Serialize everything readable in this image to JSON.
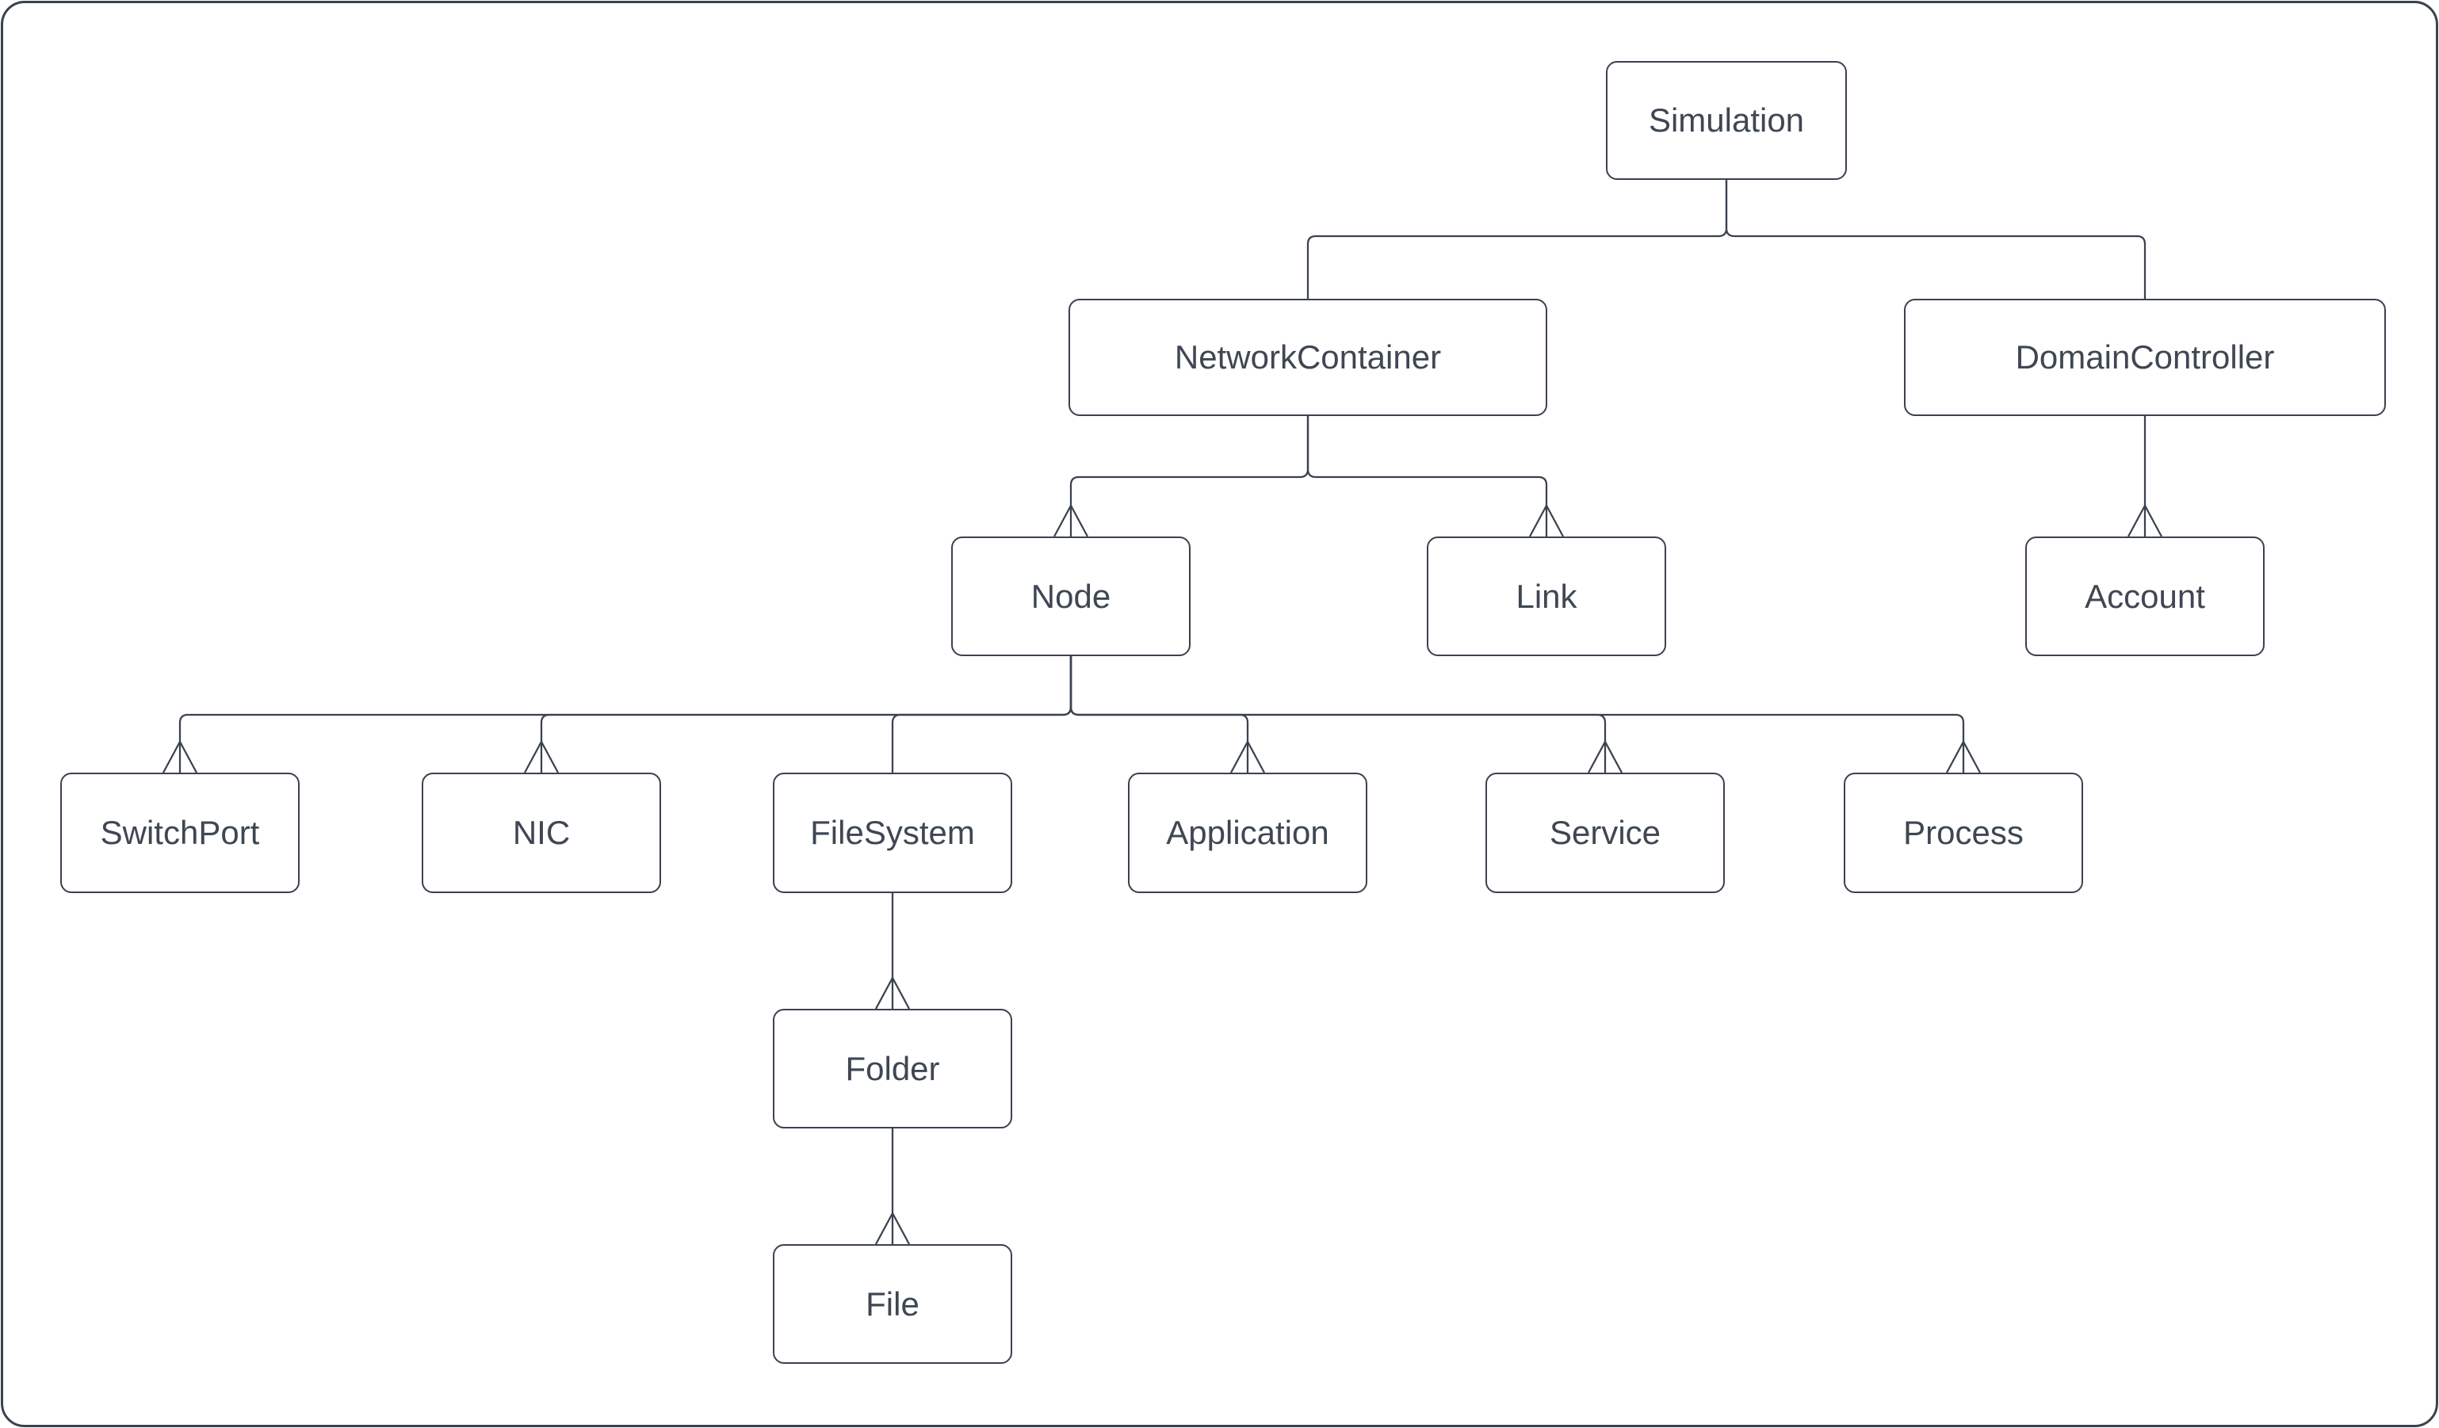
{
  "colors": {
    "stroke": "#3a424e",
    "text": "#3e4753",
    "background": "#ffffff",
    "box_fill": "#ffffff"
  },
  "nodes": {
    "simulation": {
      "label": "Simulation"
    },
    "network_container": {
      "label": "NetworkContainer"
    },
    "domain_controller": {
      "label": "DomainController"
    },
    "node": {
      "label": "Node"
    },
    "link": {
      "label": "Link"
    },
    "account": {
      "label": "Account"
    },
    "switch_port": {
      "label": "SwitchPort"
    },
    "nic": {
      "label": "NIC"
    },
    "file_system": {
      "label": "FileSystem"
    },
    "application": {
      "label": "Application"
    },
    "service": {
      "label": "Service"
    },
    "process": {
      "label": "Process"
    },
    "folder": {
      "label": "Folder"
    },
    "file": {
      "label": "File"
    }
  },
  "edges": [
    {
      "from": "Simulation",
      "to": "NetworkContainer",
      "child_marker": "none"
    },
    {
      "from": "Simulation",
      "to": "DomainController",
      "child_marker": "none"
    },
    {
      "from": "NetworkContainer",
      "to": "Node",
      "child_marker": "crow-foot"
    },
    {
      "from": "NetworkContainer",
      "to": "Link",
      "child_marker": "crow-foot"
    },
    {
      "from": "DomainController",
      "to": "Account",
      "child_marker": "crow-foot"
    },
    {
      "from": "Node",
      "to": "SwitchPort",
      "child_marker": "crow-foot"
    },
    {
      "from": "Node",
      "to": "NIC",
      "child_marker": "crow-foot"
    },
    {
      "from": "Node",
      "to": "FileSystem",
      "child_marker": "none"
    },
    {
      "from": "Node",
      "to": "Application",
      "child_marker": "crow-foot"
    },
    {
      "from": "Node",
      "to": "Service",
      "child_marker": "crow-foot"
    },
    {
      "from": "Node",
      "to": "Process",
      "child_marker": "crow-foot"
    },
    {
      "from": "FileSystem",
      "to": "Folder",
      "child_marker": "crow-foot"
    },
    {
      "from": "Folder",
      "to": "File",
      "child_marker": "crow-foot"
    }
  ]
}
